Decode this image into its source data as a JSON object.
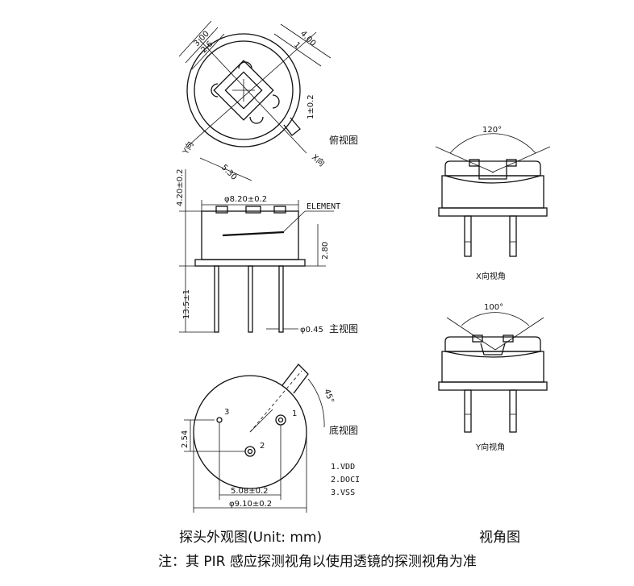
{
  "top_view": {
    "title": "俯视图",
    "dim_a": "3.00",
    "dim_b": "2.6",
    "dim_c": "4.00",
    "dim_d": "1",
    "dim_tol": "1±0.2",
    "dim_diag": "5.30",
    "y_dir": "Y向",
    "x_dir": "X向"
  },
  "front_view": {
    "title": "主视图",
    "diameter": "φ8.20±0.2",
    "height": "4.20±0.2",
    "element": "ELEMENT",
    "cap_height": "2.80",
    "lead_length": "13.5±1",
    "lead_diameter": "φ0.45"
  },
  "bottom_view": {
    "title": "底视图",
    "angle": "45°",
    "pin1": "1",
    "pin2": "2",
    "pin3": "3",
    "pin_offset": "2.54",
    "pin_spacing": "5.08±0.2",
    "diameter": "φ9.10±0.2"
  },
  "pins": [
    "1.VDD",
    "2.DOCI",
    "3.VSS"
  ],
  "view_angle": {
    "x_angle": "120°",
    "x_title": "X向视角",
    "y_angle": "100°",
    "y_title": "Y向视角"
  },
  "captions": {
    "left": "探头外观图(Unit: mm)",
    "right": "视角图",
    "note": "注：其 PIR 感应探测视角以使用透镜的探测视角为准"
  }
}
